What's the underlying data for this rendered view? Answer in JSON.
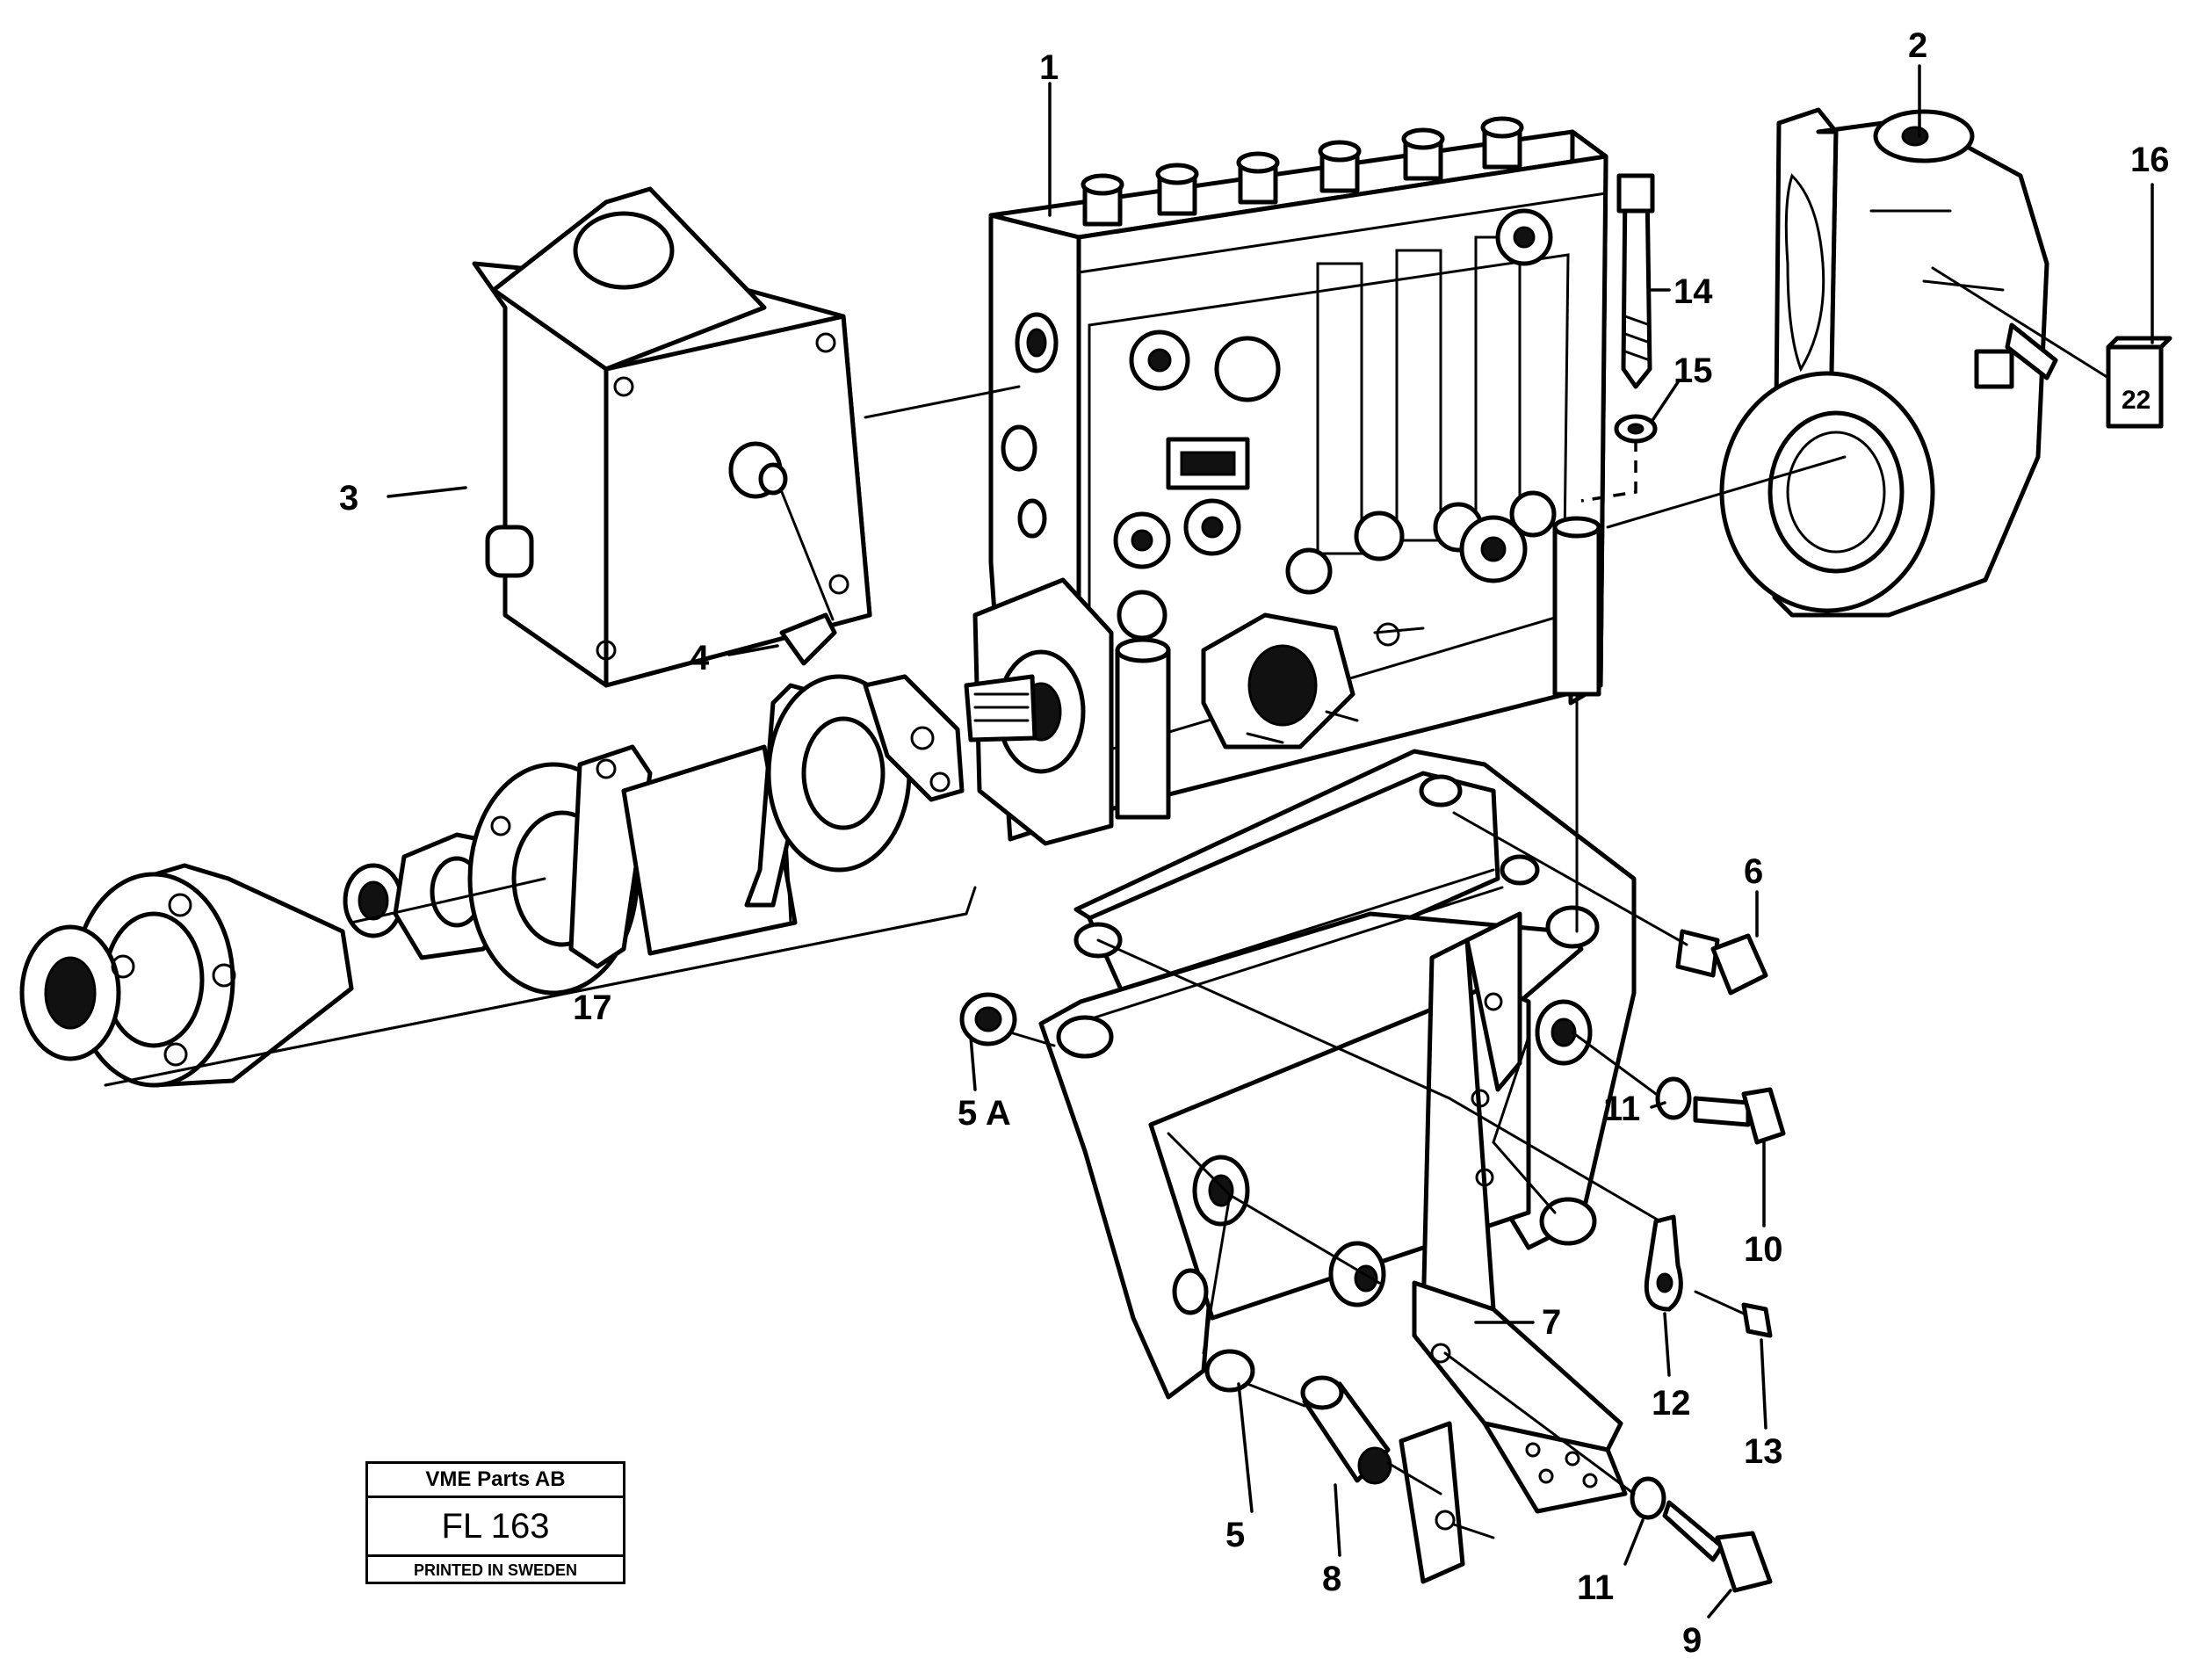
{
  "callouts": {
    "c1": "1",
    "c2": "2",
    "c3": "3",
    "c4": "4",
    "c5": "5",
    "c5a": "5 A",
    "c6": "6",
    "c7": "7",
    "c8": "8",
    "c9": "9",
    "c10": "10",
    "c11a": "11",
    "c11b": "11",
    "c12": "12",
    "c13": "13",
    "c14": "14",
    "c15": "15",
    "c16": "16",
    "c17": "17"
  },
  "tag_16": "22",
  "title_block": {
    "company": "VME Parts AB",
    "number": "FL 163",
    "printed": "PRINTED IN SWEDEN"
  }
}
